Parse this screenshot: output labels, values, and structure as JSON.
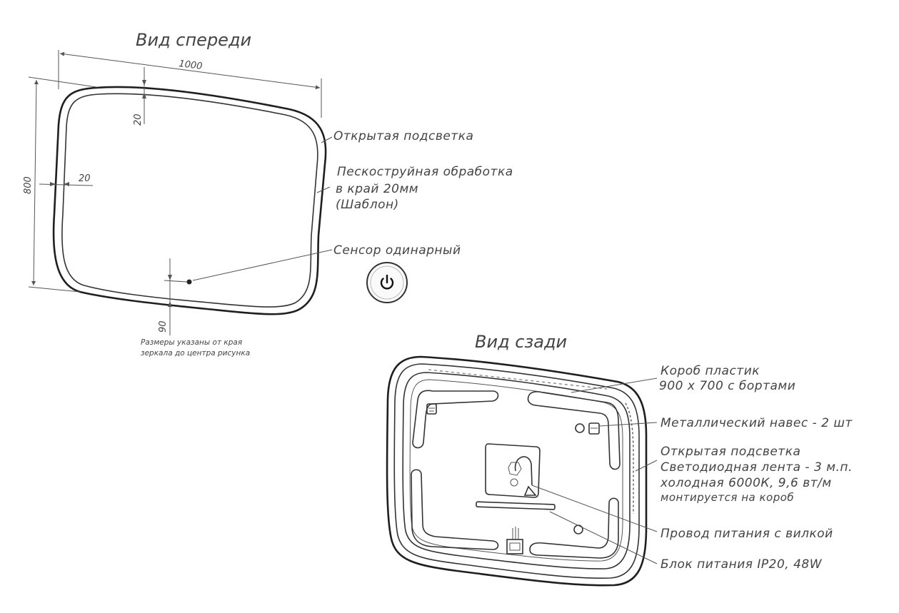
{
  "front": {
    "title": "Вид спереди",
    "width_dim": "1000",
    "height_dim": "800",
    "top_margin_dim": "20",
    "left_margin_dim": "20",
    "bottom_dim": "90",
    "note_line1": "Размеры указаны от края",
    "note_line2": "зеркала до центра рисунка",
    "callouts": {
      "open_light": "Открытая подсветка",
      "sandblast_line1": "Пескоструйная обработка",
      "sandblast_line2": "в край 20мм",
      "sandblast_line3": "(Шаблон)",
      "sensor": "Сенсор одинарный"
    }
  },
  "back": {
    "title": "Вид сзади",
    "callouts": {
      "box_line1": "Короб пластик",
      "box_line2": "900 х 700 с бортами",
      "hanger": "Металлический навес - 2 шт",
      "light_line1": "Открытая подсветка",
      "light_line2": "Светодиодная лента - 3 м.п.",
      "light_line3": "холодная 6000К, 9,6 вт/м",
      "light_line4": "монтируется на короб",
      "power_cord": "Провод питания с вилкой",
      "psu": "Блок питания IP20, 48W"
    }
  },
  "icons": [
    "power-icon"
  ]
}
